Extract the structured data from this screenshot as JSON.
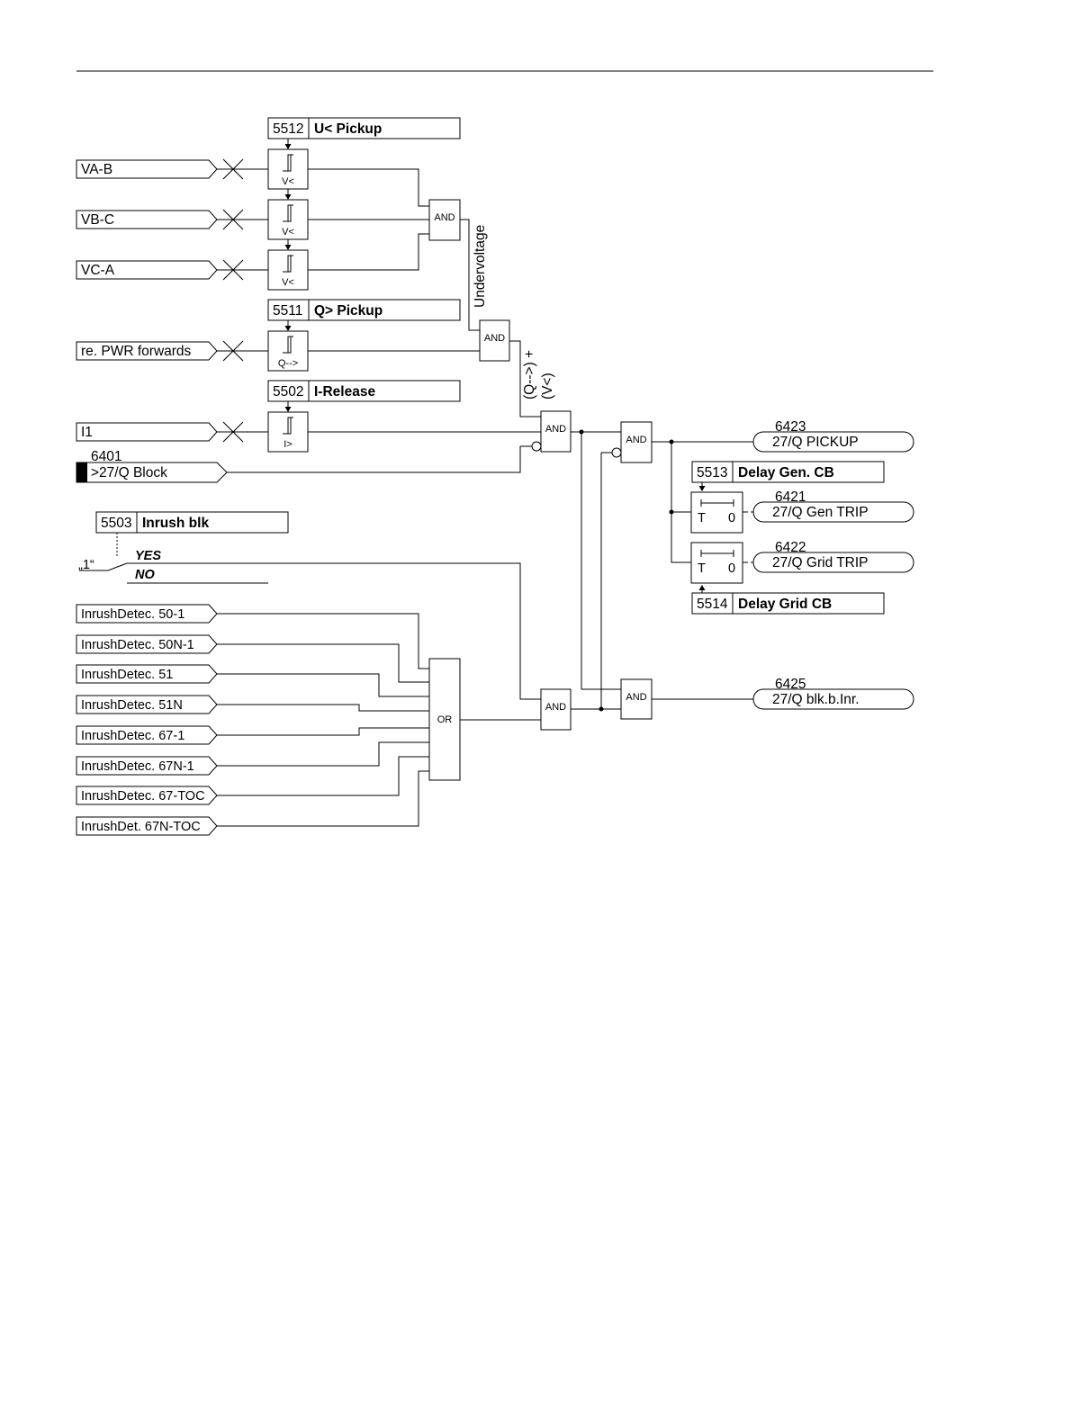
{
  "params": {
    "p5512": {
      "num": "5512",
      "label": "U< Pickup"
    },
    "p5511": {
      "num": "5511",
      "label": "Q> Pickup"
    },
    "p5502": {
      "num": "5502",
      "label": "I-Release"
    },
    "p5503": {
      "num": "5503",
      "label": "Inrush blk"
    },
    "p5513": {
      "num": "5513",
      "label": "Delay Gen. CB"
    },
    "p5514": {
      "num": "5514",
      "label": "Delay Grid CB"
    }
  },
  "inputs": {
    "vab": "VA-B",
    "vbc": "VB-C",
    "vca": "VC-A",
    "pwr": "re. PWR forwards",
    "i1": "I1",
    "block_num": "6401",
    "block": ">27/Q Block",
    "inrush": [
      "InrushDetec. 50-1",
      "InrushDetec. 50N-1",
      "InrushDetec. 51",
      "InrushDetec. 51N",
      "InrushDetec. 67-1",
      "InrushDetec. 67N-1",
      "InrushDetec. 67-TOC",
      "InrushDet. 67N-TOC"
    ]
  },
  "elements": {
    "v_lt": "V<",
    "q_gt": "Q-->",
    "i_gt": "I>",
    "and": "AND",
    "or": "OR",
    "undervoltage": "Undervoltage",
    "qv_1": "(Q-->) +",
    "qv_2": "(V<)",
    "timer_t": "T",
    "timer_0": "0",
    "switch_one": "„1“",
    "yes": "YES",
    "no": "NO"
  },
  "outputs": {
    "o6423": {
      "num": "6423",
      "label": "27/Q PICKUP"
    },
    "o6421": {
      "num": "6421",
      "label": "27/Q Gen TRIP"
    },
    "o6422": {
      "num": "6422",
      "label": "27/Q Grid TRIP"
    },
    "o6425": {
      "num": "6425",
      "label": "27/Q blk.b.Inr."
    }
  }
}
